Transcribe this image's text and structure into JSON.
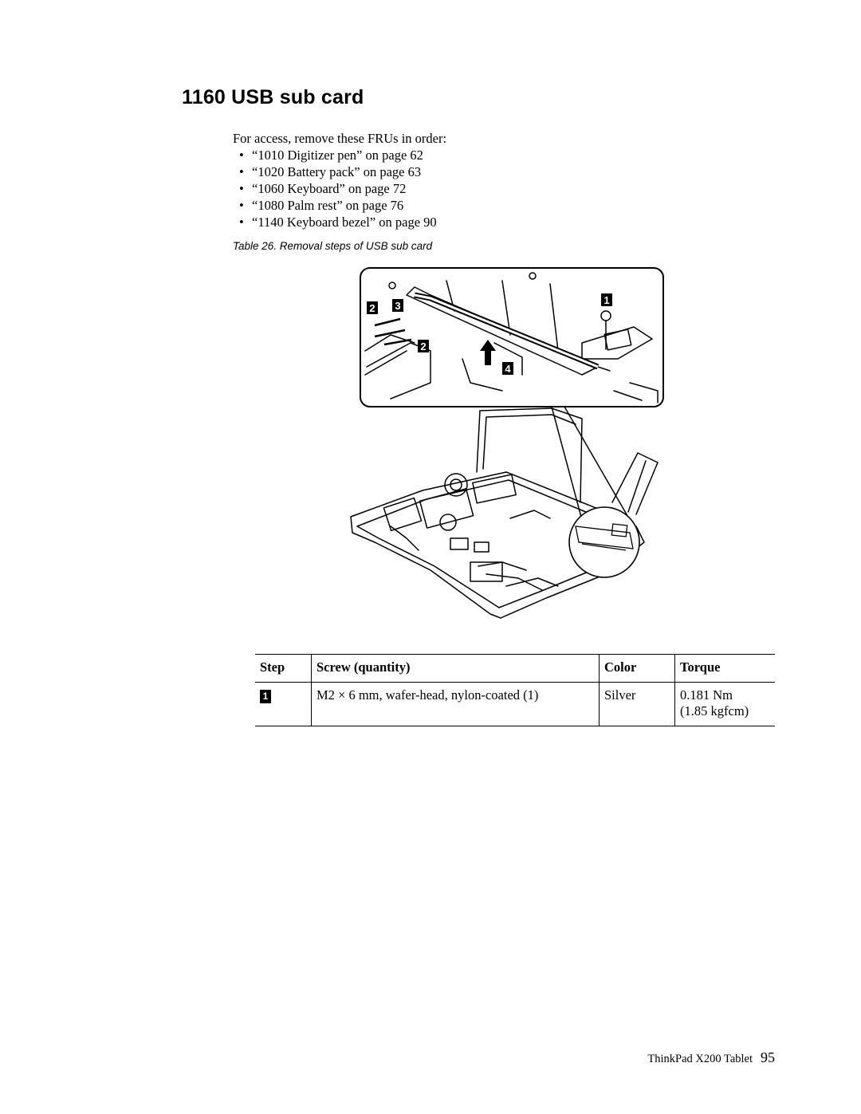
{
  "title": "1160 USB sub card",
  "intro": "For access, remove these FRUs in order:",
  "frus": [
    "“1010 Digitizer pen” on page 62",
    "“1020 Battery pack” on page 63",
    "“1060 Keyboard” on page 72",
    "“1080 Palm rest” on page 76",
    "“1140 Keyboard bezel” on page 90"
  ],
  "bullet": "•",
  "caption": "Table 26. Removal steps of USB sub card",
  "figure": {
    "callouts": [
      "1",
      "2",
      "3",
      "2",
      "4"
    ]
  },
  "table": {
    "headers": [
      "Step",
      "Screw (quantity)",
      "Color",
      "Torque"
    ],
    "rows": [
      {
        "step": "1",
        "screw": "M2 × 6 mm, wafer-head, nylon-coated (1)",
        "color": "Silver",
        "torque1": "0.181 Nm",
        "torque2": "(1.85 kgfcm)"
      }
    ]
  },
  "footer": {
    "product": "ThinkPad X200 Tablet",
    "page": "95"
  }
}
